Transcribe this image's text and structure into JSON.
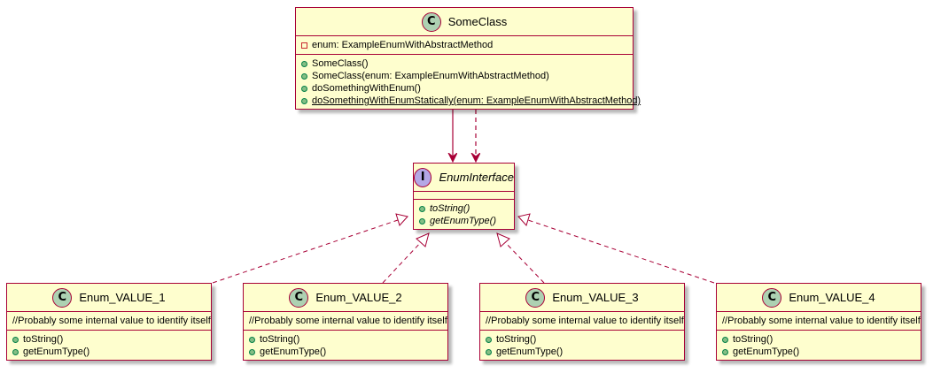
{
  "colors": {
    "box_fill": "#FEFECE",
    "box_border": "#A80036",
    "arrow": "#A80036",
    "class_badge": "#ADD1B2",
    "interface_badge": "#B4A7E5",
    "public_marker": "#84BE84",
    "private_marker": "#C82930"
  },
  "some_class": {
    "badge": "C",
    "name": "SomeClass",
    "fields": [
      {
        "visibility": "private",
        "text": "enum: ExampleEnumWithAbstractMethod"
      }
    ],
    "methods": [
      {
        "visibility": "public",
        "text": "SomeClass()"
      },
      {
        "visibility": "public",
        "text": "SomeClass(enum: ExampleEnumWithAbstractMethod)"
      },
      {
        "visibility": "public",
        "text": "doSomethingWithEnum()"
      },
      {
        "visibility": "public",
        "text": "doSomethingWithEnumStatically(enum: ExampleEnumWithAbstractMethod)",
        "static": true
      }
    ]
  },
  "enum_interface": {
    "badge": "I",
    "name": "EnumInterface",
    "methods": [
      {
        "visibility": "public",
        "text": "toString()"
      },
      {
        "visibility": "public",
        "text": "getEnumType()"
      }
    ]
  },
  "enum_values": [
    {
      "badge": "C",
      "name": "Enum_VALUE_1",
      "comment": "//Probably some internal value to identify itself",
      "methods": [
        {
          "visibility": "public",
          "text": "toString()"
        },
        {
          "visibility": "public",
          "text": "getEnumType()"
        }
      ]
    },
    {
      "badge": "C",
      "name": "Enum_VALUE_2",
      "comment": "//Probably some internal value to identify itself",
      "methods": [
        {
          "visibility": "public",
          "text": "toString()"
        },
        {
          "visibility": "public",
          "text": "getEnumType()"
        }
      ]
    },
    {
      "badge": "C",
      "name": "Enum_VALUE_3",
      "comment": "//Probably some internal value to identify itself",
      "methods": [
        {
          "visibility": "public",
          "text": "toString()"
        },
        {
          "visibility": "public",
          "text": "getEnumType()"
        }
      ]
    },
    {
      "badge": "C",
      "name": "Enum_VALUE_4",
      "comment": "//Probably some internal value to identify itself",
      "methods": [
        {
          "visibility": "public",
          "text": "toString()"
        },
        {
          "visibility": "public",
          "text": "getEnumType()"
        }
      ]
    }
  ],
  "relations": [
    {
      "from": "SomeClass",
      "to": "EnumInterface",
      "kind": "association"
    },
    {
      "from": "SomeClass",
      "to": "EnumInterface",
      "kind": "dependency"
    },
    {
      "from": "Enum_VALUE_1",
      "to": "EnumInterface",
      "kind": "realization"
    },
    {
      "from": "Enum_VALUE_2",
      "to": "EnumInterface",
      "kind": "realization"
    },
    {
      "from": "Enum_VALUE_3",
      "to": "EnumInterface",
      "kind": "realization"
    },
    {
      "from": "Enum_VALUE_4",
      "to": "EnumInterface",
      "kind": "realization"
    }
  ]
}
